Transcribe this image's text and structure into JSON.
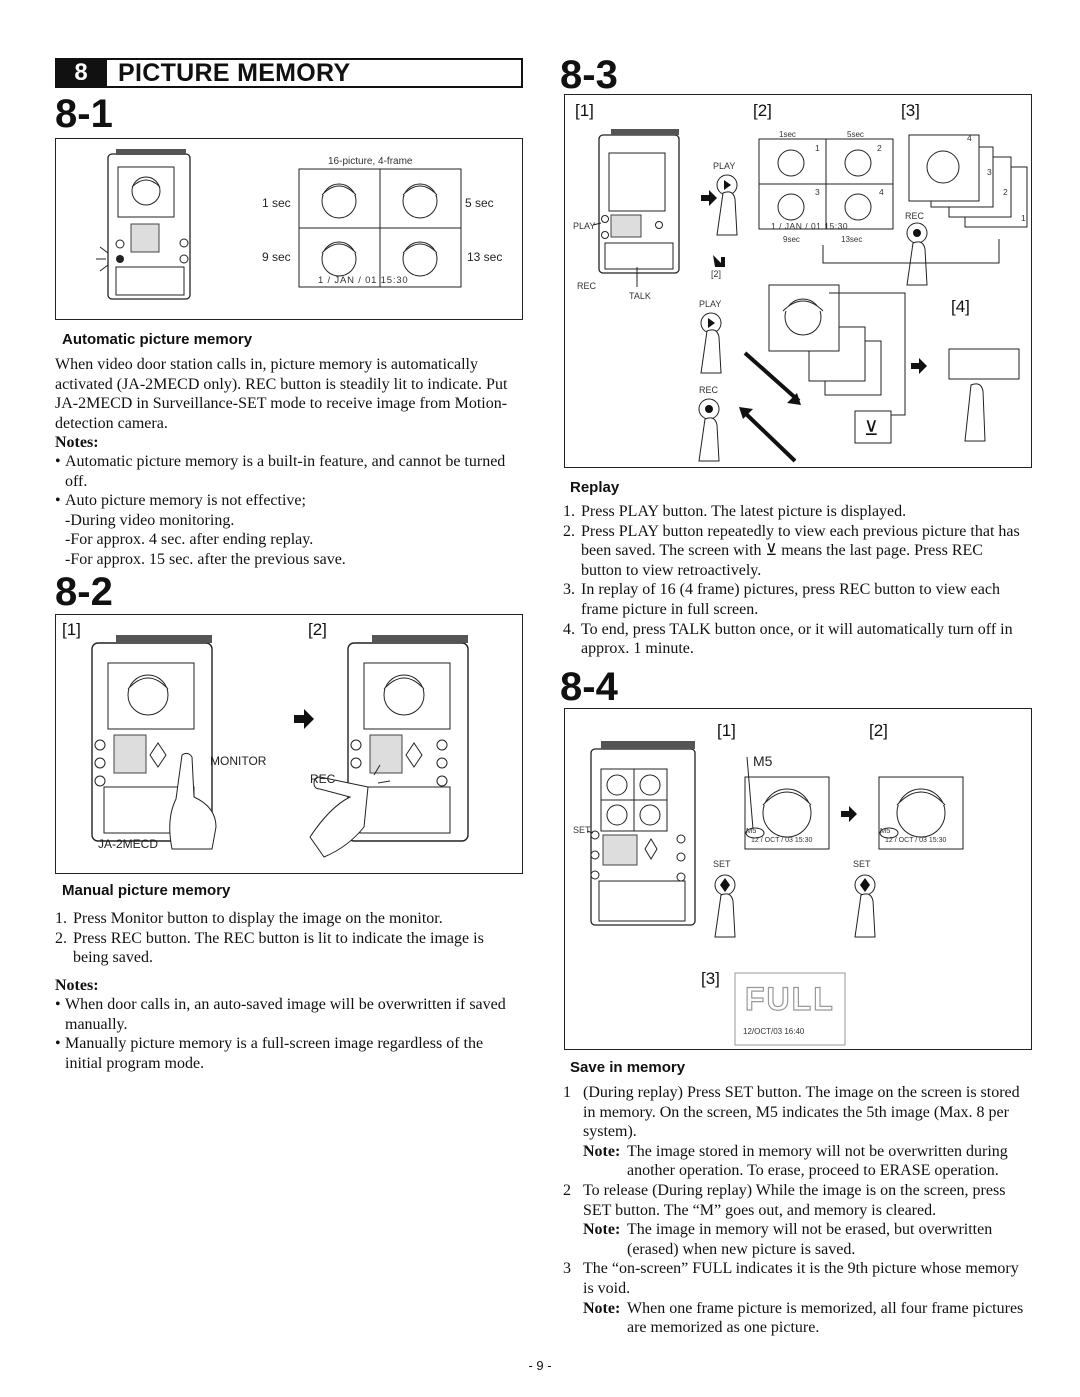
{
  "header": {
    "section_number": "8",
    "section_title": "PICTURE MEMORY"
  },
  "s81": {
    "heading": "8-1",
    "figure": {
      "caption": "16-picture, 4-frame",
      "t1": "1 sec",
      "t2": "5 sec",
      "t3": "9 sec",
      "t4": "13 sec",
      "datetime": "1 / JAN / 01   15:30"
    },
    "subheading": "Automatic picture memory",
    "body": "When video door station calls in, picture memory is automatically activated (JA-2MECD only). REC button is steadily lit to indicate. Put JA-2MECD in Surveillance-SET mode to receive image from Motion-detection camera.",
    "notes_label": "Notes:",
    "notes": [
      "Automatic picture memory is a built-in feature, and cannot be turned off.",
      "Auto picture memory is not effective;"
    ],
    "subnotes": [
      "-During video monitoring.",
      "-For approx. 4 sec. after ending replay.",
      "-For approx. 15 sec. after the previous save."
    ]
  },
  "s82": {
    "heading": "8-2",
    "figure": {
      "step1": "[1]",
      "step2": "[2]",
      "monitor": "MONITOR",
      "rec": "REC",
      "model": "JA-2MECD"
    },
    "subheading": "Manual picture memory",
    "steps": [
      {
        "n": "1.",
        "text": "Press Monitor button to display the image on the monitor."
      },
      {
        "n": "2.",
        "text": "Press REC button. The REC button is lit to indicate the image is being saved."
      }
    ],
    "notes_label": "Notes:",
    "notes": [
      "When door calls in, an auto-saved image will be overwritten if saved manually.",
      "Manually picture memory is a full-screen image regardless of the initial program mode."
    ]
  },
  "s83": {
    "heading": "8-3",
    "figure": {
      "step1": "[1]",
      "step2": "[2]",
      "step3": "[3]",
      "step4": "[4]",
      "play": "PLAY",
      "rec": "REC",
      "talk": "TALK",
      "ref2": "[2]",
      "sec1": "1sec",
      "sec5": "5sec",
      "sec9": "9sec",
      "sec13": "13sec",
      "datetime": "1 / JAN / 01   15:30",
      "q1": "1",
      "q2": "2",
      "q3": "3",
      "q4": "4"
    },
    "subheading": "Replay",
    "steps": [
      {
        "n": "1.",
        "text": "Press PLAY button.  The latest picture is displayed."
      },
      {
        "n": "2.",
        "text": "Press PLAY button repeatedly to view each previous picture that has been saved. The screen with ⊻ means the last page. Press REC button to view retroactively."
      },
      {
        "n": "3.",
        "text": "In replay of 16 (4 frame) pictures, press REC button to view each frame picture in full screen."
      },
      {
        "n": "4.",
        "text": "To end, press TALK button once, or it will automatically turn off in approx. 1 minute."
      }
    ]
  },
  "s84": {
    "heading": "8-4",
    "figure": {
      "step1": "[1]",
      "step2": "[2]",
      "step3": "[3]",
      "m5": "M5",
      "set": "SET",
      "stamp": "12 / OCT / 03 15:30",
      "full": "FULL",
      "full_stamp": "12/OCT/03 16:40"
    },
    "subheading": "Save in memory",
    "items": [
      {
        "n": "1",
        "text": "(During replay) Press SET button. The image on the screen is stored in memory. On the screen, M5 indicates the 5th image (Max. 8 per system).",
        "note_label": "Note:",
        "note": "The image stored in memory will not be overwritten during another operation. To erase, proceed to ERASE operation."
      },
      {
        "n": "2",
        "text": "To release (During replay) While the image is on the screen, press SET button. The “M” goes out, and memory is cleared.",
        "note_label": "Note:",
        "note": "The image in memory will not be erased, but overwritten (erased) when new picture is saved."
      },
      {
        "n": "3",
        "text": "The “on-screen” FULL indicates it is the 9th picture whose memory is void.",
        "note_label": "Note:",
        "note": "When one frame picture is memorized, all four frame pictures are memorized as one picture."
      }
    ]
  },
  "footer": {
    "page": "- 9 -"
  }
}
